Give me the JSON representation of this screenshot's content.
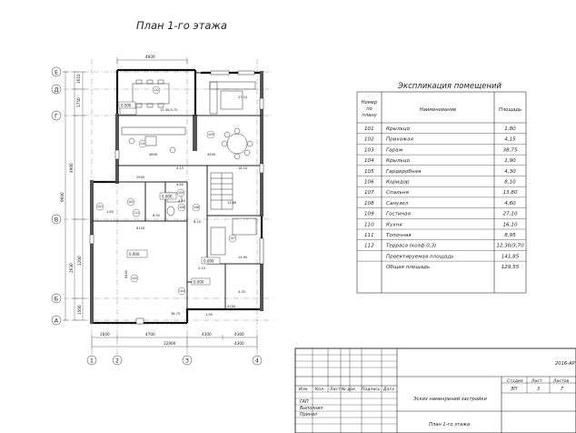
{
  "plan": {
    "title": "План 1-го этажа",
    "axes_rows": [
      "Е",
      "Д",
      "Г",
      "В",
      "Б",
      "А"
    ],
    "axes_cols": [
      "1",
      "2",
      "3",
      "4"
    ],
    "dims_left": [
      "1610",
      "1750",
      "9600",
      "4900",
      "1200",
      "1500",
      "2630"
    ],
    "dims_top": [
      "4600"
    ],
    "dims_bottom_1": [
      "1600",
      "4700",
      "4300",
      "4300"
    ],
    "dims_bottom_2": [
      "12900",
      "4300"
    ],
    "interior_dims": [
      "4600",
      "4300",
      "2900",
      "6100",
      "12.30/3.70",
      "38.75",
      "16.10",
      "4.15",
      "1.90",
      "8.95",
      "4.45",
      "8.10",
      "14.90",
      "1.80",
      "4.35",
      "4.60",
      "13.80",
      "27.10",
      "2.10",
      "2200",
      "6490"
    ],
    "level_marks": [
      "0.000",
      "0.000",
      "0.000",
      "0.000",
      "0.000"
    ],
    "room_tags": [
      "101",
      "102",
      "103",
      "104",
      "105",
      "106",
      "107",
      "108",
      "109",
      "110",
      "111",
      "112"
    ]
  },
  "explication": {
    "title": "Экспликация помещений",
    "headers": [
      "Номер по плану",
      "Наименование",
      "Площадь"
    ],
    "rows": [
      {
        "num": "101",
        "name": "Крыльцо",
        "area": "1,80"
      },
      {
        "num": "102",
        "name": "Прихожая",
        "area": "4,15"
      },
      {
        "num": "103",
        "name": "Гараж",
        "area": "38,75"
      },
      {
        "num": "104",
        "name": "Крыльцо",
        "area": "1,90"
      },
      {
        "num": "105",
        "name": "Гардеробная",
        "area": "4,30"
      },
      {
        "num": "106",
        "name": "Коридор",
        "area": "8,10"
      },
      {
        "num": "107",
        "name": "Спальня",
        "area": "13,80"
      },
      {
        "num": "108",
        "name": "Санузел",
        "area": "4,60"
      },
      {
        "num": "109",
        "name": "Гостиная",
        "area": "27,10"
      },
      {
        "num": "110",
        "name": "Кухня",
        "area": "16,10"
      },
      {
        "num": "111",
        "name": "Топочная",
        "area": "8,95"
      },
      {
        "num": "112",
        "name": "Терраса (коэф.0,3)",
        "area": "12,30/3,70"
      }
    ],
    "totals": [
      {
        "name": "Проектируемая площадь",
        "area": "141,85"
      },
      {
        "name": "Общая площадь",
        "area": "129,55"
      }
    ]
  },
  "stamp": {
    "code": "2016-АР",
    "col_heads": [
      "Изм",
      "Кол",
      "Лист",
      "№ док",
      "Подпись",
      "Дата"
    ],
    "roles": [
      "ГАП",
      "Выполнил",
      "Принял"
    ],
    "project": "Эскиз наменрений застройки",
    "sheet_name": "План 1-го этажа",
    "stage_heads": [
      "Стадия",
      "Лист",
      "Листов"
    ],
    "stage_vals": [
      "ЭП",
      "3",
      "7"
    ]
  }
}
